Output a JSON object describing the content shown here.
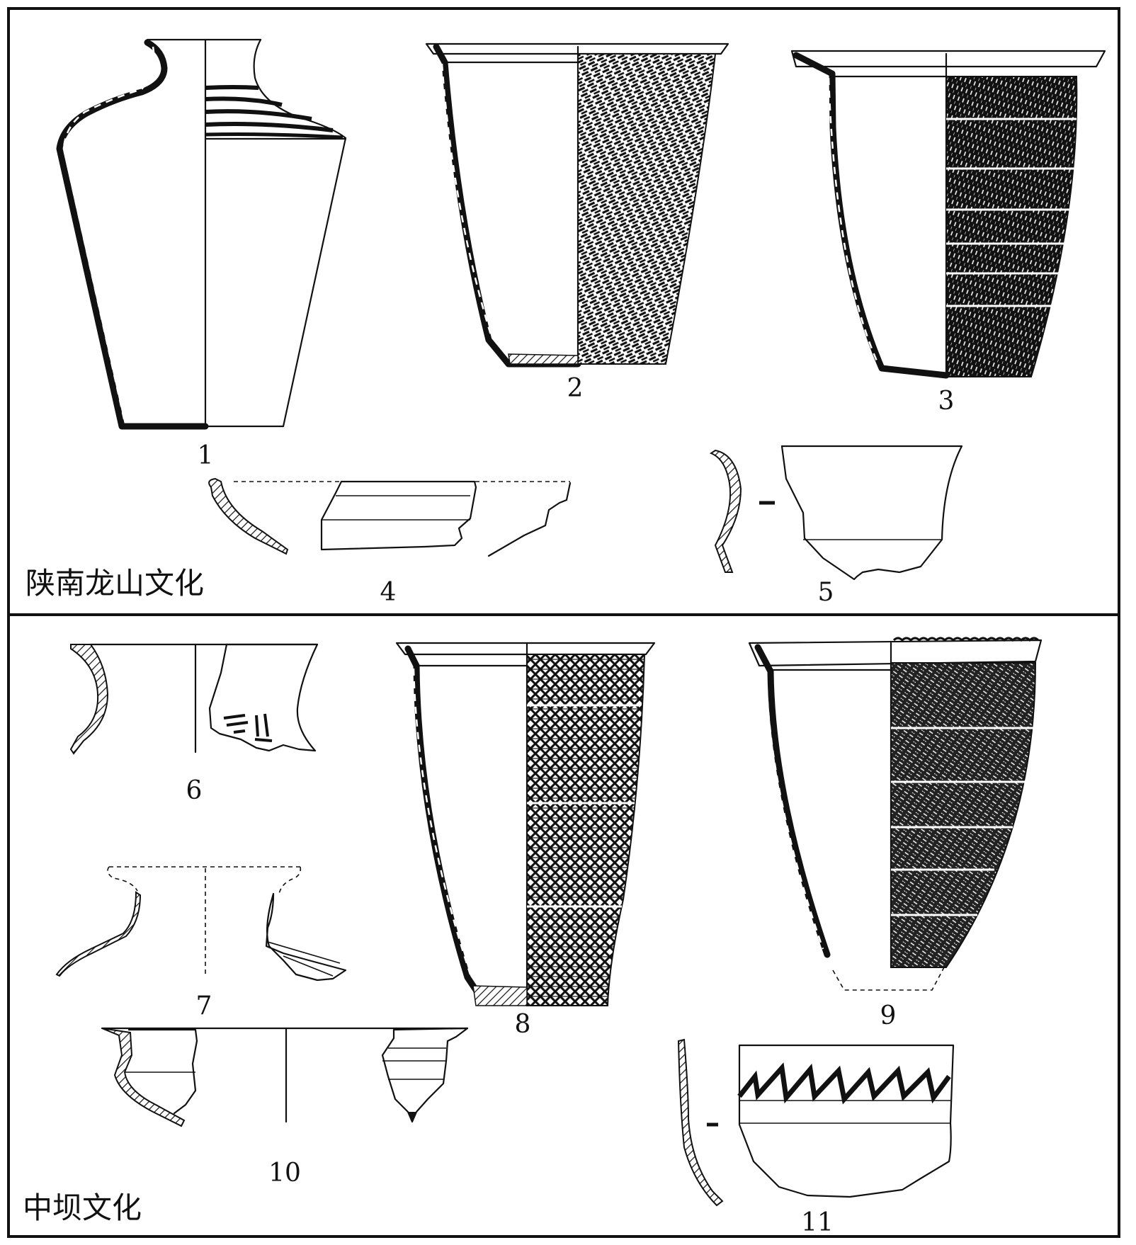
{
  "figure": {
    "sections": [
      {
        "id": "shaannan-longshan",
        "culture_label": "陕南龙山文化",
        "vessel_numbers": [
          "1",
          "2",
          "3",
          "4",
          "5"
        ]
      },
      {
        "id": "zhongba",
        "culture_label": "中坝文化",
        "vessel_numbers": [
          "6",
          "7",
          "8",
          "9",
          "10",
          "11"
        ]
      }
    ],
    "colors": {
      "ink": "#111111",
      "paper": "#ffffff"
    }
  }
}
